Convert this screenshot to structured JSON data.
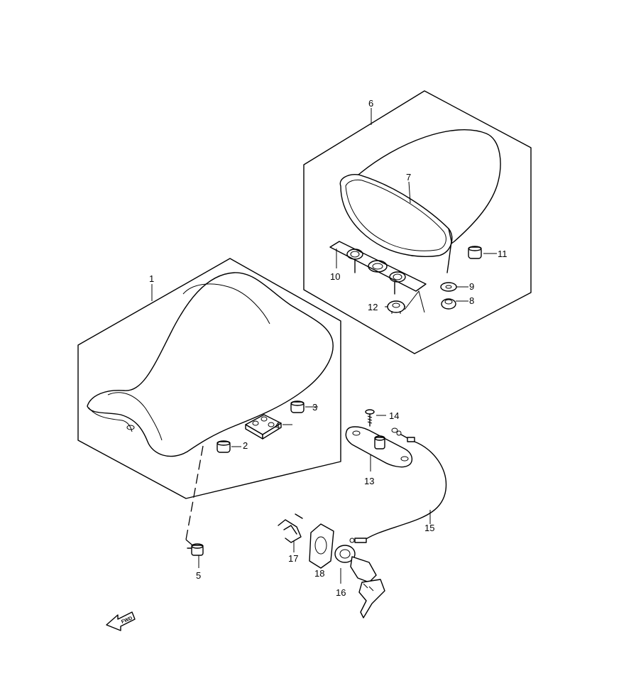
{
  "parts": [
    {
      "id": "1",
      "label": "1"
    },
    {
      "id": "2",
      "label": "2"
    },
    {
      "id": "3",
      "label": "3"
    },
    {
      "id": "4",
      "label": "4"
    },
    {
      "id": "5",
      "label": "5"
    },
    {
      "id": "6",
      "label": "6"
    },
    {
      "id": "7",
      "label": "7"
    },
    {
      "id": "8",
      "label": "8"
    },
    {
      "id": "9",
      "label": "9"
    },
    {
      "id": "10",
      "label": "10"
    },
    {
      "id": "11",
      "label": "11"
    },
    {
      "id": "12",
      "label": "12"
    },
    {
      "id": "13",
      "label": "13"
    },
    {
      "id": "14",
      "label": "14"
    },
    {
      "id": "15",
      "label": "15"
    },
    {
      "id": "16",
      "label": "16"
    },
    {
      "id": "17",
      "label": "17"
    },
    {
      "id": "18",
      "label": "18"
    }
  ],
  "fwd_arrow": {
    "text": "FWD",
    "icon": "forward-arrow-icon"
  }
}
